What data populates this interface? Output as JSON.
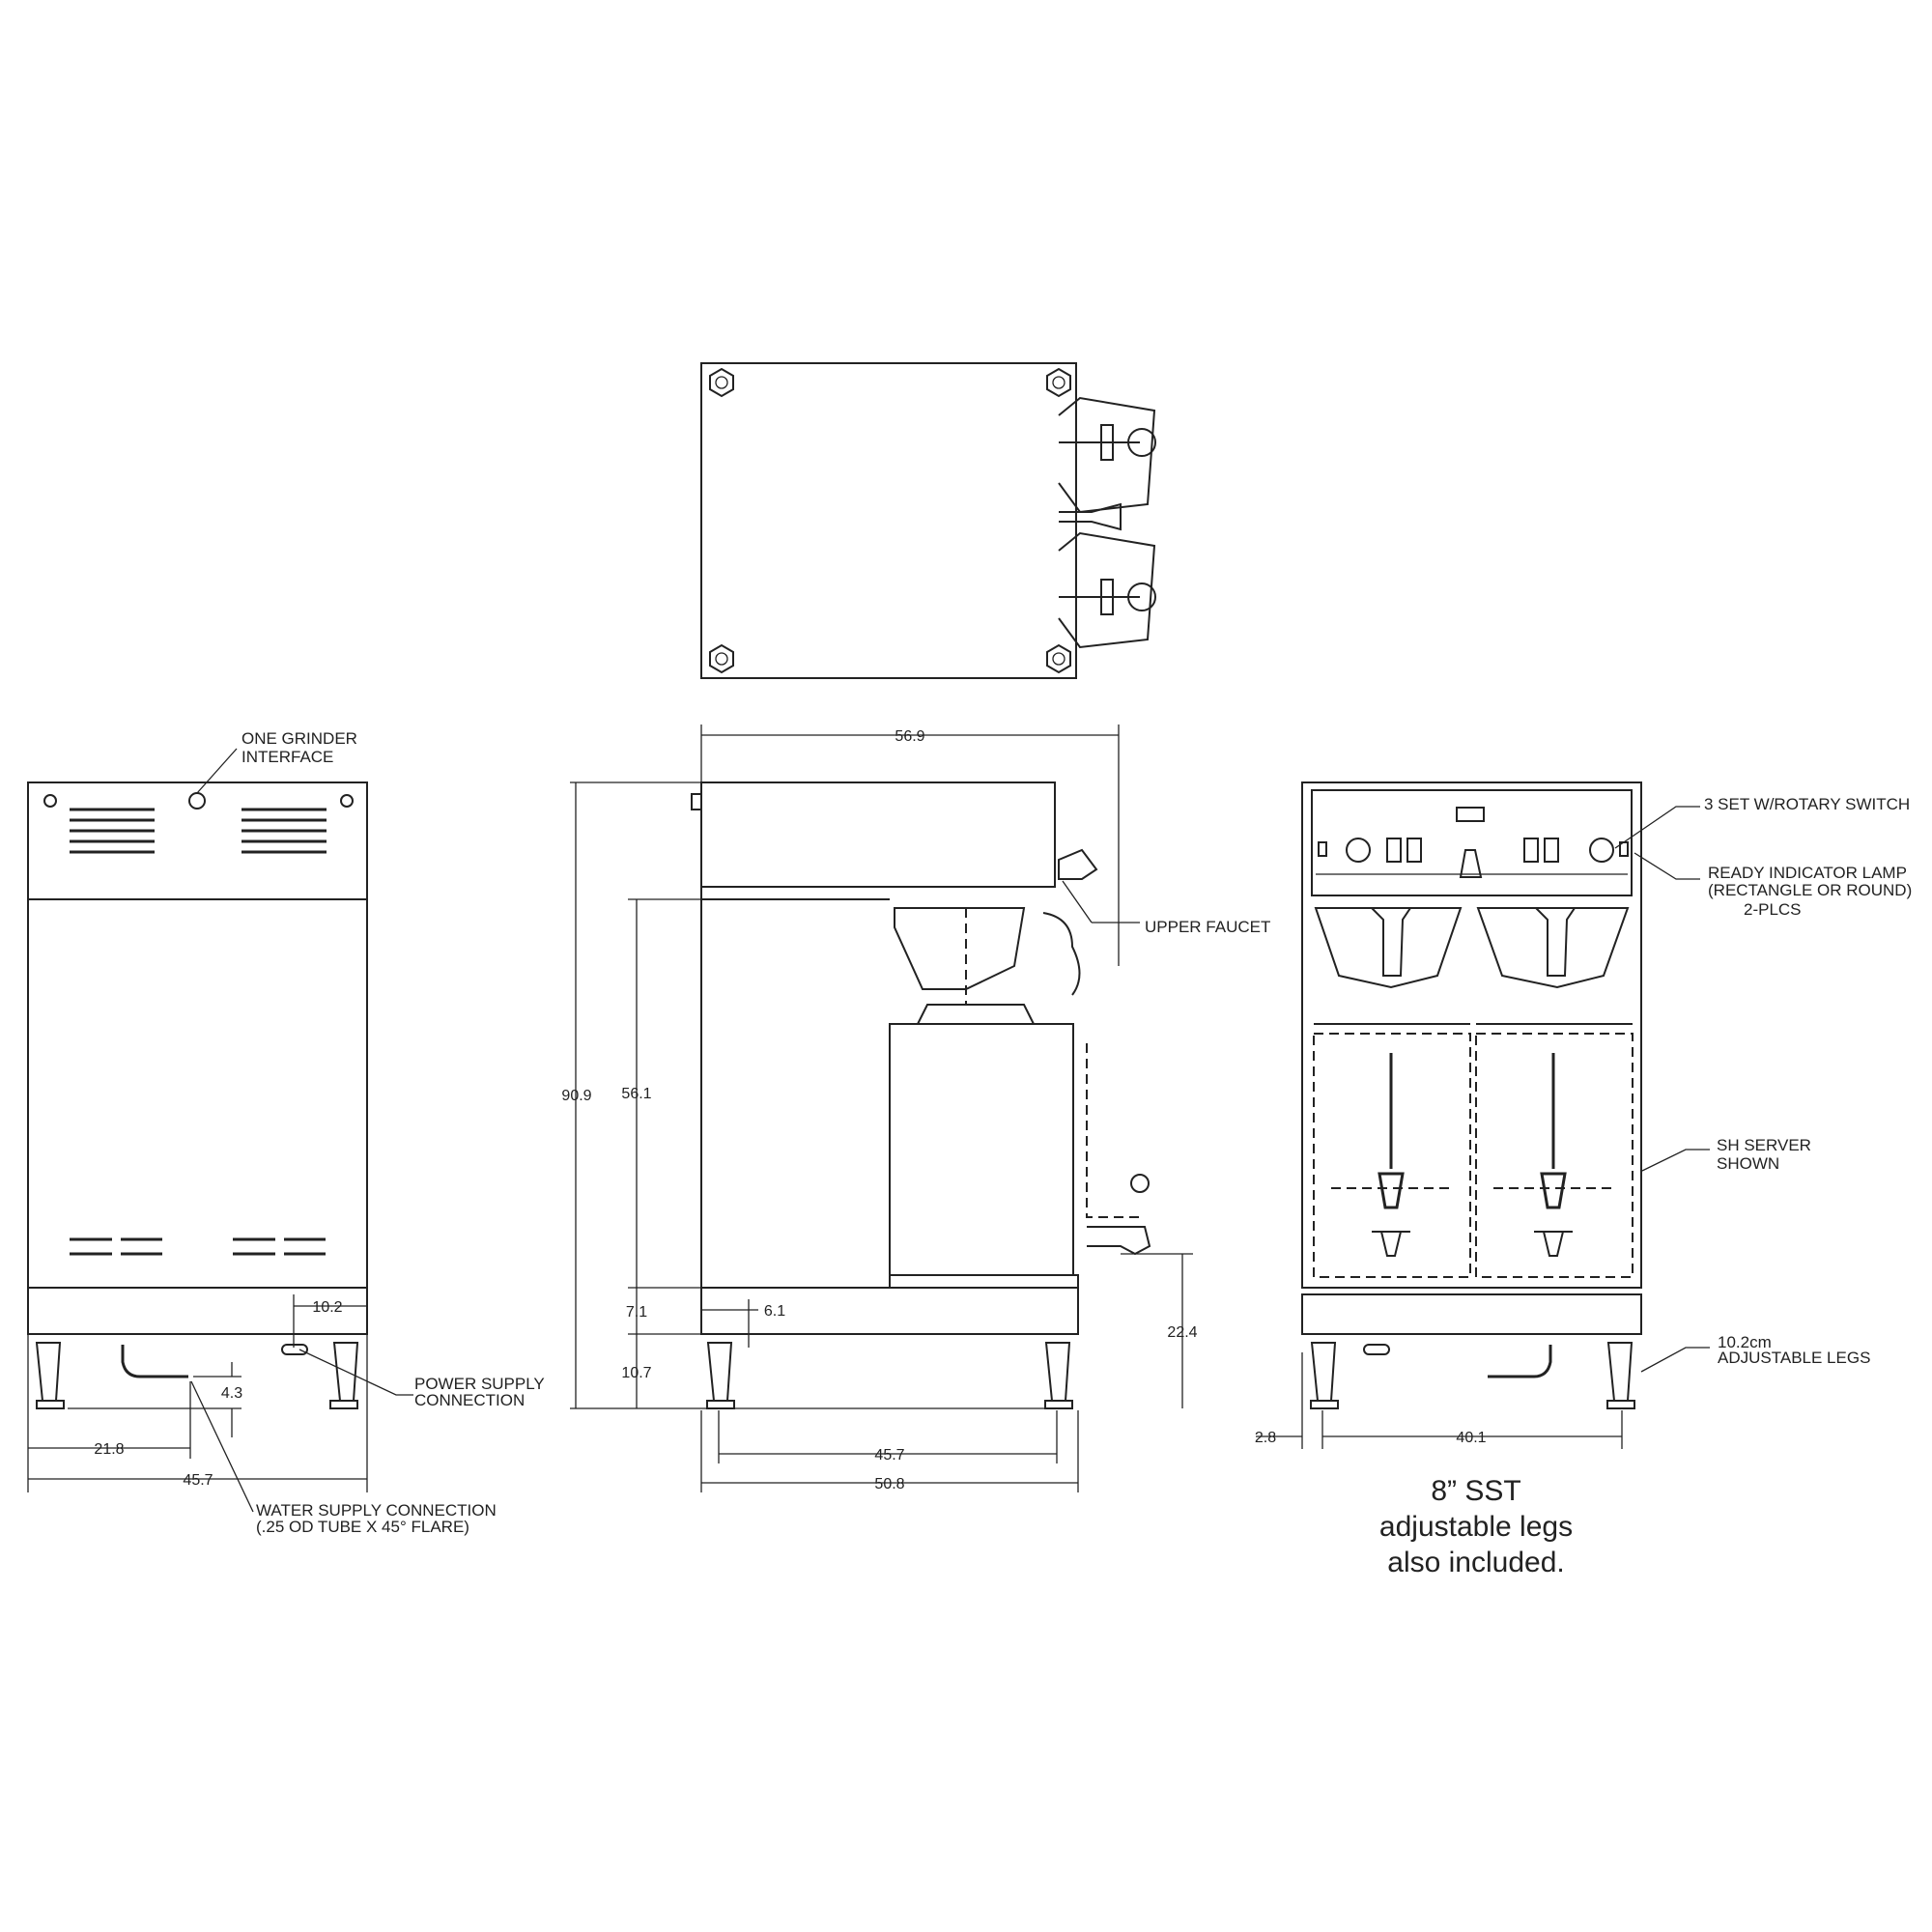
{
  "labels": {
    "grinder_1": "ONE GRINDER",
    "grinder_2": "INTERFACE",
    "power_1": "POWER SUPPLY",
    "power_2": "CONNECTION",
    "water_1": "WATER SUPPLY CONNECTION",
    "water_2": "(.25 OD TUBE X 45° FLARE)",
    "upper_faucet": "UPPER FAUCET",
    "rotary_switch": "3 SET W/ROTARY SWITCH",
    "lamp_1": "READY INDICATOR LAMP",
    "lamp_2": "(RECTANGLE OR ROUND)",
    "lamp_3": "2-PLCS",
    "server_1": "SH SERVER",
    "server_2": "SHOWN",
    "legs_1": "10.2cm",
    "legs_2": "ADJUSTABLE LEGS"
  },
  "dimensions": {
    "rear_power_offset": "10.2",
    "rear_water_height": "4.3",
    "rear_water_offset": "21.8",
    "rear_width": "45.7",
    "side_depth_top": "56.9",
    "side_total_height": "90.9",
    "side_clearance": "56.1",
    "side_base_height": "7.1",
    "side_leg_height": "10.7",
    "side_leg_offset": "6.1",
    "side_faucet_height": "22.4",
    "side_leg_span": "45.7",
    "side_base_depth": "50.8",
    "front_leg_inset": "2.8",
    "front_leg_span": "40.1"
  },
  "note": {
    "line_1": "8” SST",
    "line_2": "adjustable legs",
    "line_3": "also included."
  }
}
